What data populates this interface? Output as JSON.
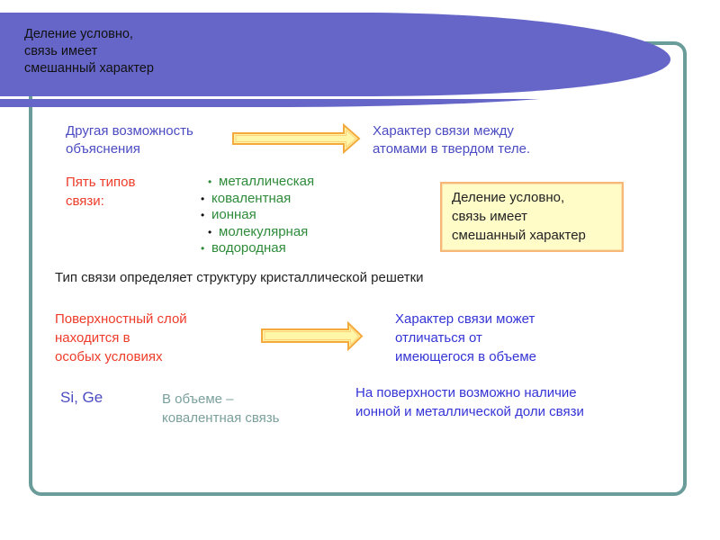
{
  "header": {
    "title_lines": [
      "Деление условно,",
      "связь имеет",
      "смешанный характер"
    ],
    "band_color": "#6666c8"
  },
  "frame_color": "#6a9c99",
  "section1": {
    "left_text": [
      "Другая возможность",
      "объяснения"
    ],
    "right_text": [
      "Характер связи между",
      "атомами в твердом теле."
    ]
  },
  "section2": {
    "label": [
      "Пять типов",
      "связи:"
    ],
    "bond_types": [
      {
        "label": "металлическая",
        "bullet_color": "green"
      },
      {
        "label": "ковалентная",
        "bullet_color": "black"
      },
      {
        "label": "ионная",
        "bullet_color": "black"
      },
      {
        "label": "молекулярная",
        "bullet_color": "black"
      },
      {
        "label": "водородная",
        "bullet_color": "green"
      }
    ],
    "note": [
      "Деление условно,",
      "связь имеет",
      "смешанный характер"
    ]
  },
  "statement": "Тип связи определяет структуру кристаллической решетки",
  "section3": {
    "left_text": [
      "Поверхностный слой",
      "находится в",
      "особых условиях"
    ],
    "right_text": [
      "Характер связи может",
      "отличаться от",
      "имеющегося в объеме"
    ]
  },
  "section4": {
    "elements": "Si, Ge",
    "bulk_text": [
      "В объеме –",
      "ковалентная связь"
    ],
    "surface_text": [
      "На поверхности возможно наличие",
      "ионной и металлической доли связи"
    ]
  }
}
